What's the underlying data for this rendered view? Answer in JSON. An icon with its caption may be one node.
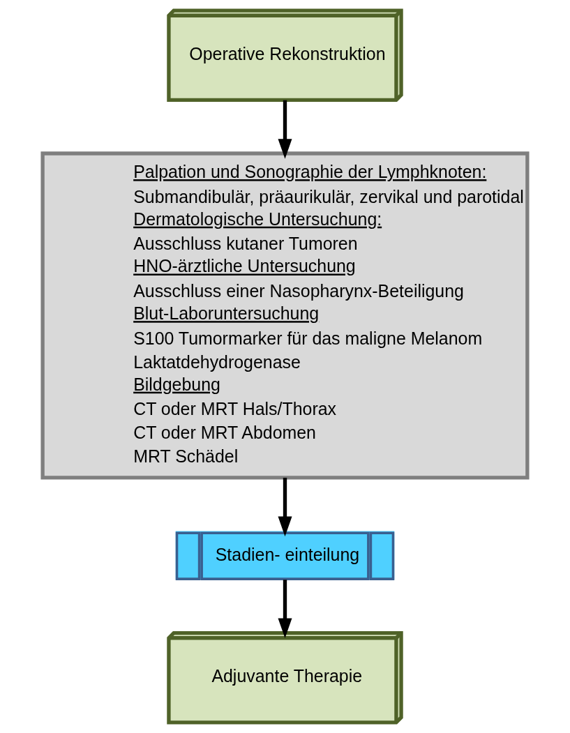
{
  "diagram": {
    "nodes": [
      {
        "text": [
          "Operative Rekonstruktion"
        ]
      },
      {
        "text": [
          "Palpation und Sonographie der Lymphknoten:",
          "Submandibulär, präaurikulär, zervikal und parotidal",
          "Dermatologische Untersuchung:",
          "Ausschluss kutaner Tumoren",
          "HNO-ärztliche Untersuchung",
          "Ausschluss einer Nasopharynx-Beteiligung",
          "Blut-Laboruntersuchung",
          "S100 Tumormarker für das maligne Melanom",
          "Laktatdehydrogenase",
          "Bildgebung",
          "CT oder MRT Hals/Thorax",
          "CT oder MRT Abdomen",
          "MRT Schädel"
        ]
      },
      {
        "text": [
          "Stadien- einteilung"
        ]
      },
      {
        "text": [
          "Adjuvante Therapie"
        ]
      }
    ],
    "edges": [
      {
        "from": 0,
        "to": 1,
        "arrow": "to"
      },
      {
        "from": 1,
        "to": 2,
        "arrow": "to"
      },
      {
        "from": 2,
        "to": 3,
        "arrow": "to"
      }
    ]
  }
}
